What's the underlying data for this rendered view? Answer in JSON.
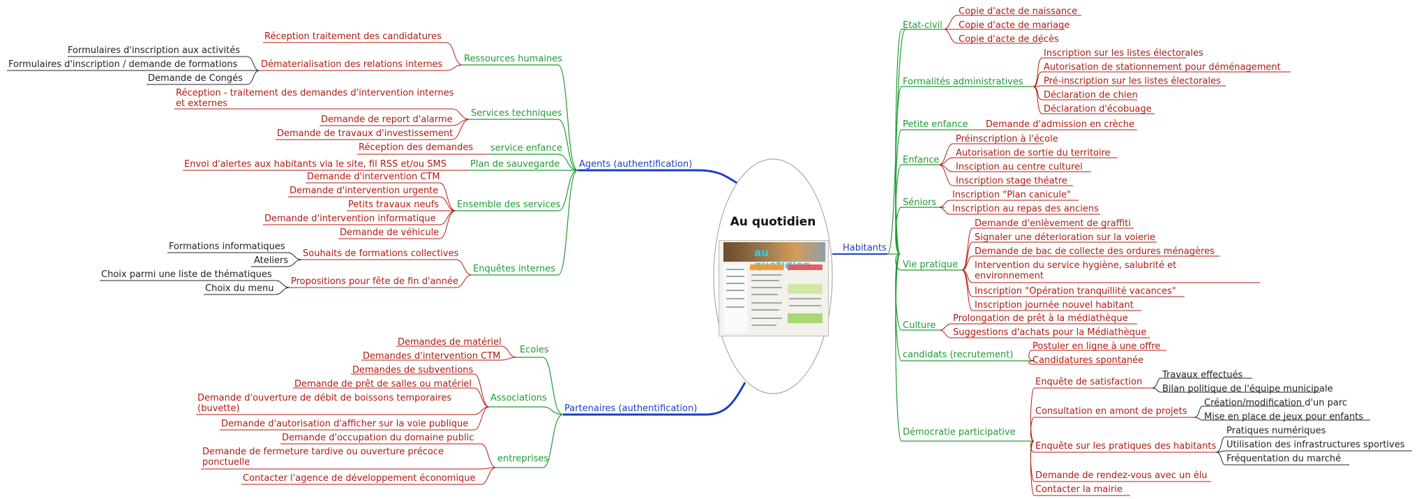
{
  "center": {
    "title": "Au quotidien"
  },
  "colors": {
    "red": "#b01a10",
    "green": "#1f9a33",
    "blue": "#1a3fc4",
    "black": "#222222"
  },
  "left": {
    "agents": {
      "label": "Agents (authentification)",
      "branches": {
        "rh": {
          "label": "Ressources humaines",
          "items": {
            "reception": "Réception traitement des candidatures",
            "demat": "Dématerialisation des relations internes"
          },
          "demat_children": {
            "c1": "Formulaires d'inscription aux activités",
            "c2": "Formulaires d'inscription / demande de formations",
            "c3": "Demande de Congés"
          }
        },
        "tech": {
          "label": "Services techniques",
          "items": {
            "i1": "Réception - traitement des demandes d'intervention internes et externes",
            "i2": "Demande de report d'alarme",
            "i3": "Demande de travaux d'investissement"
          }
        },
        "enfance": {
          "label": "service enfance",
          "item": "Réception des demandes"
        },
        "sauvegarde": {
          "label": "Plan de sauvegarde",
          "item": "Envoi d'alertes aux habitants via le site, fil RSS et/ou SMS"
        },
        "ensemble": {
          "label": "Ensemble des services",
          "items": {
            "i1": "Demande d'intervention CTM",
            "i2": "Demande d'intervention urgente",
            "i3": "Petits travaux neufs",
            "i4": "Demande d'intervention informatique",
            "i5": "Demande de véhicule"
          }
        },
        "enquetes": {
          "label": "Enquêtes internes",
          "items": {
            "souhaits": "Souhaits de formations collectives",
            "propositions": "Propositions pour fête de fin d'année"
          },
          "souhaits_children": {
            "c1": "Formations informatiques",
            "c2": "Ateliers"
          },
          "propositions_children": {
            "c1": "Choix parmi une liste de thématiques",
            "c2": "Choix du menu"
          }
        }
      }
    },
    "partenaires": {
      "label": "Partenaires (authentification)",
      "branches": {
        "ecoles": {
          "label": "Ecoles",
          "items": {
            "i1": "Demandes de matériel",
            "i2": "Demandes d'intervention CTM"
          }
        },
        "associations": {
          "label": "Associations",
          "items": {
            "i1": "Demandes de subventions",
            "i2": "Demande de prêt de salles ou matériel",
            "i3": "Demande d'ouverture de débit de boissons temporaires (buvette)",
            "i4": "Demande d'autorisation d'afficher sur la voie publique"
          }
        },
        "entreprises": {
          "label": "entreprises",
          "items": {
            "i1": "Demande d'occupation du domaine public",
            "i2": "Demande de fermeture tardive ou ouverture précoce ponctuelle",
            "i3": "Contacter l'agence de développement économique"
          }
        }
      }
    }
  },
  "right": {
    "habitants": {
      "label": "Habitants",
      "branches": {
        "etatcivil": {
          "label": "Etat-civil",
          "items": {
            "i1": "Copie d'acte de naissance",
            "i2": "Copie d'acte de mariage",
            "i3": "Copie d'acte de décès"
          }
        },
        "formalites": {
          "label": "Formalités administratives",
          "items": {
            "i1": "Inscription sur les listes électorales",
            "i2": "Autorisation de stationnement pour déménagement",
            "i3": "Pré-inscription sur les listes électorales",
            "i4": "Déclaration de chien",
            "i5": "Déclaration d'écobuage"
          }
        },
        "petiteenfance": {
          "label": "Petite enfance",
          "item": "Demande d'admission en crèche"
        },
        "enfance": {
          "label": "Enfance",
          "items": {
            "i1": "Préinscription à l'école",
            "i2": "Autorisation de sortie du territoire",
            "i3": "Insciption au centre culturel",
            "i4": "Inscription stage théatre"
          }
        },
        "seniors": {
          "label": "Séniors",
          "items": {
            "i1": "Inscription \"Plan canicule\"",
            "i2": "Inscription au repas des anciens"
          }
        },
        "viepratique": {
          "label": "Vie pratique",
          "items": {
            "i1": "Demande d'enlèvement de graffiti",
            "i2": "Signaler une déterioration sur la voierie",
            "i3": "Demande de bac de collecte des ordures ménagères",
            "i4": "Intervention du service hygiène, salubrité et environnement",
            "i5": "Inscription \"Opération tranquillité vacances\"",
            "i6": "Inscription journée nouvel habitant"
          }
        },
        "culture": {
          "label": "Culture",
          "items": {
            "i1": "Prolongation de prêt à la médiathèque",
            "i2": "Suggestions d'achats pour la Médiathèque"
          }
        },
        "candidats": {
          "label": "candidats (recrutement)",
          "items": {
            "i1": "Postuler en ligne à une offre",
            "i2": "Candidatures spontanée"
          }
        },
        "democratie": {
          "label": "Démocratie participative",
          "items": {
            "satisfaction": "Enquête de satisfaction",
            "consultation": "Consultation en amont de projets",
            "pratiques": "Enquête sur les pratiques des habitants",
            "rdv": "Demande de rendez-vous avec un élu",
            "mairie": "Contacter la mairie"
          },
          "satisfaction_children": {
            "c1": "Travaux effectués",
            "c2": "Bilan politique de l'équipe municipale"
          },
          "consultation_children": {
            "c1": "Création/modification d'un parc",
            "c2": "Mise en place de jeux pour enfants"
          },
          "pratiques_children": {
            "c1": "Pratiques numériques",
            "c2": "Utilisation des infrastructures sportives",
            "c3": "Fréquentation du marché"
          }
        }
      }
    }
  },
  "thumbnail": {
    "banner_text": "au quotidien"
  }
}
